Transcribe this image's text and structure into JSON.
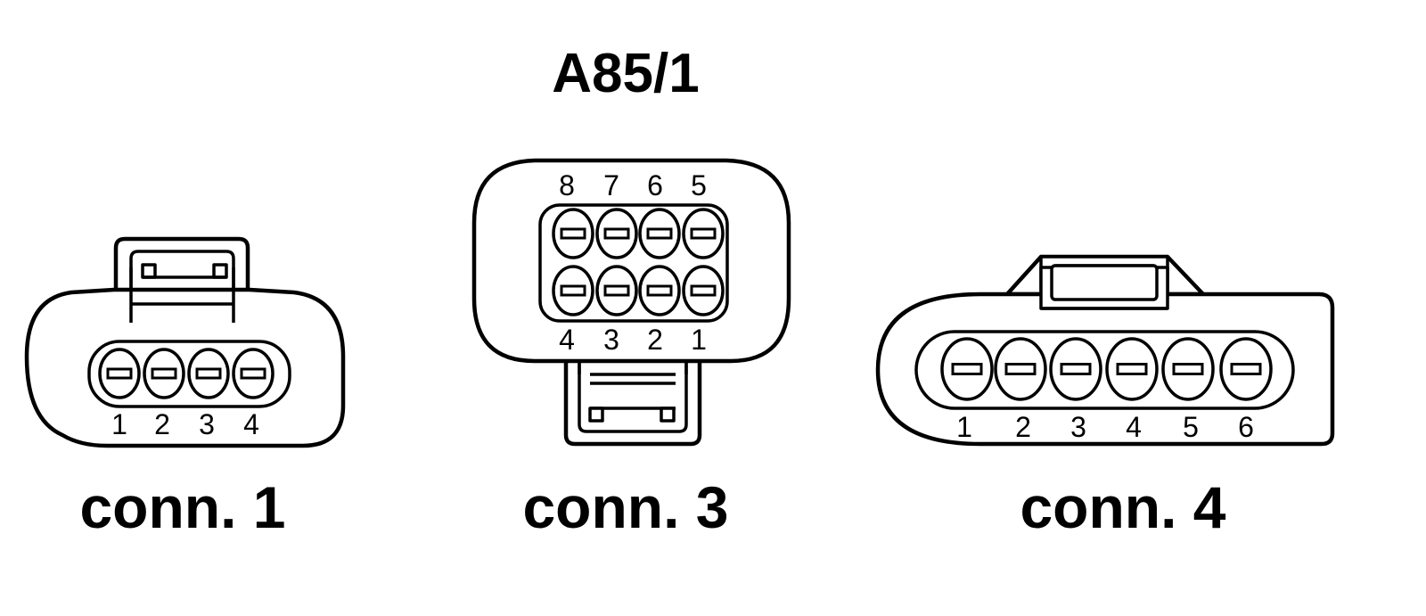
{
  "diagram": {
    "title": "A85/1",
    "connectors": [
      {
        "label": "conn. 1",
        "pins": [
          "1",
          "2",
          "3",
          "4"
        ]
      },
      {
        "label": "conn. 3",
        "pins_top": [
          "8",
          "7",
          "6",
          "5"
        ],
        "pins_bottom": [
          "4",
          "3",
          "2",
          "1"
        ]
      },
      {
        "label": "conn. 4",
        "pins": [
          "1",
          "2",
          "3",
          "4",
          "5",
          "6"
        ]
      }
    ]
  }
}
